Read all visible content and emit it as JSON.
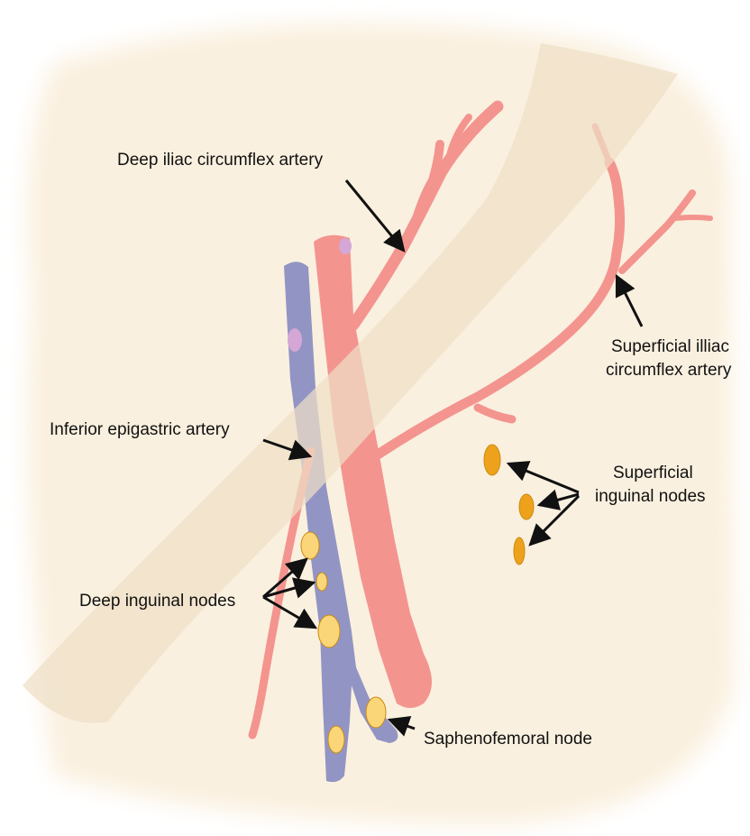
{
  "labels": {
    "deep_iliac": "Deep iliac circumflex artery",
    "inferior_epigastric": "Inferior epigastric artery",
    "superficial_iliac_line1": "Superficial illiac",
    "superficial_iliac_line2": "circumflex artery",
    "superficial_nodes_line1": "Superficial",
    "superficial_nodes_line2": "inguinal nodes",
    "deep_nodes": "Deep inguinal nodes",
    "saphenofemoral": "Saphenofemoral node"
  },
  "colors": {
    "background": "#faf0df",
    "ligament": "#eedfc6",
    "artery": "#f4948f",
    "vein": "#9294c4",
    "deep_node": "#fbd678",
    "superficial_node": "#eea21c",
    "accent_node": "#d4a7d6"
  }
}
